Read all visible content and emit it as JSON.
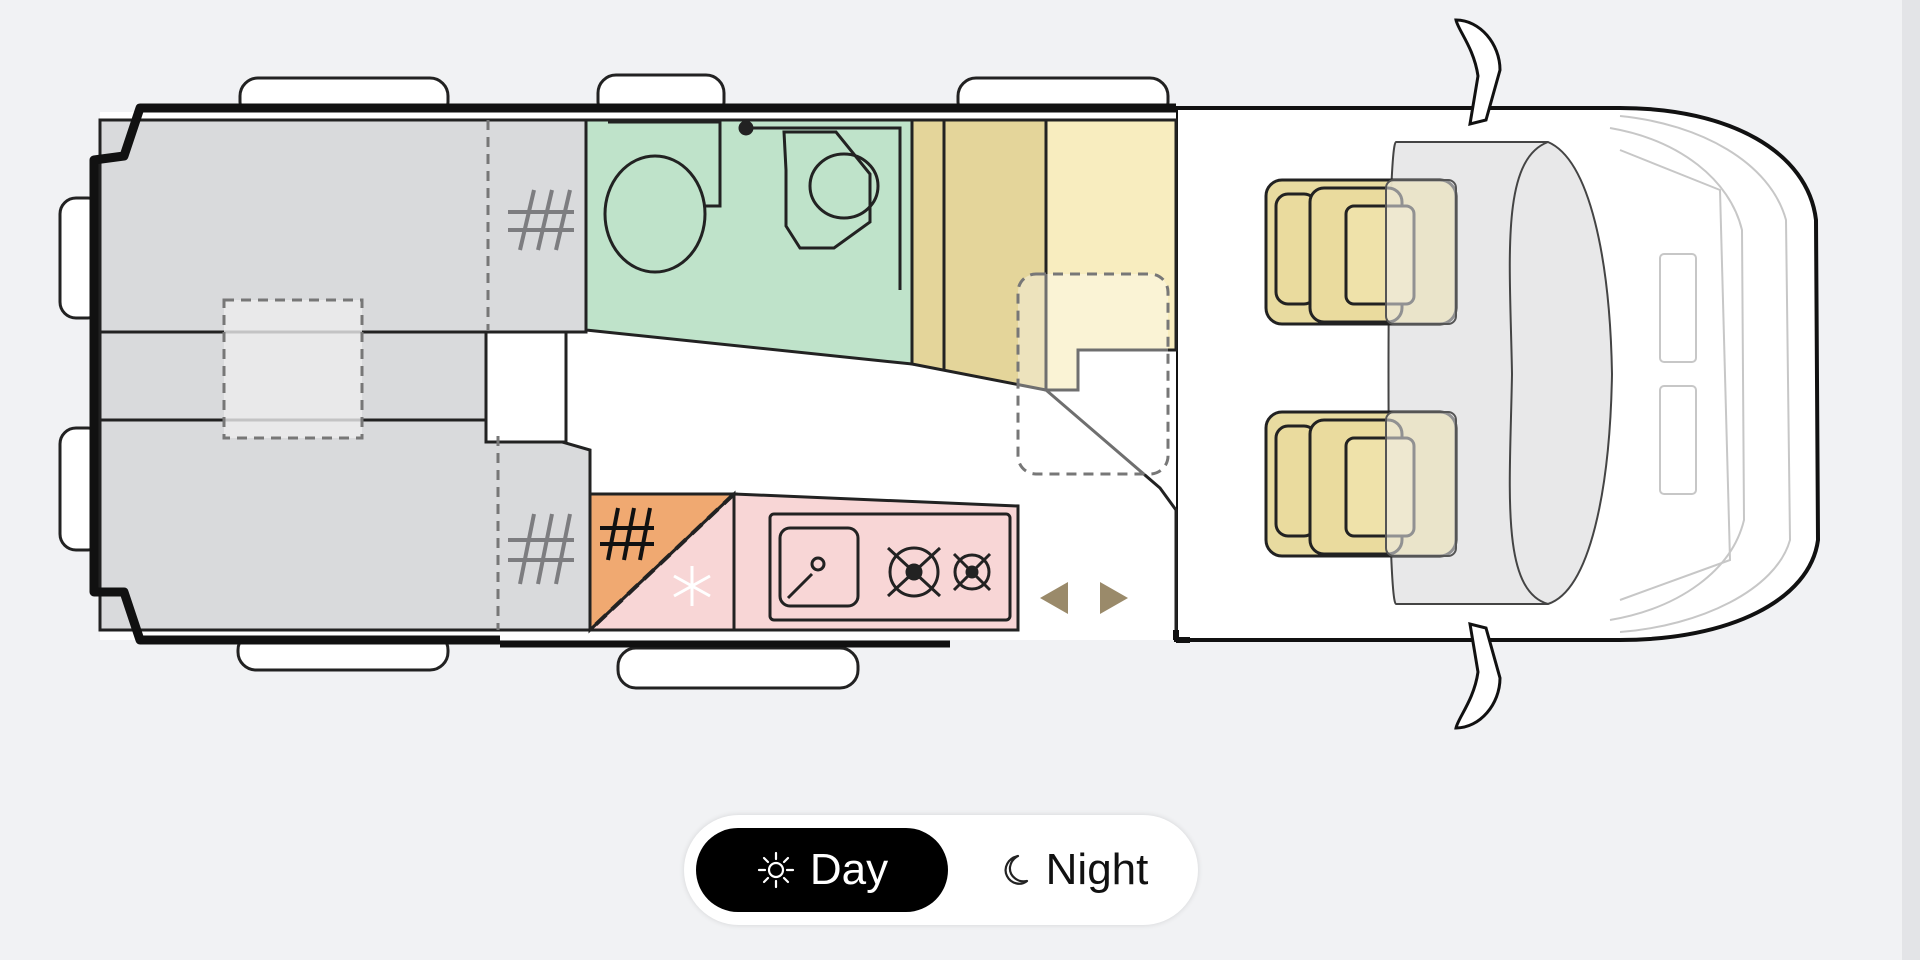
{
  "floorplan": {
    "zones": {
      "rear_bed": "#d9dadc",
      "bathroom": "#bfe3ca",
      "wardrobe": "#e4d59a",
      "seating_bench": "#f8edbf",
      "fridge": "#f0a971",
      "kitchen": "#f8d6d6",
      "cab_seats": "#e6d796",
      "cab": "#ffffff"
    },
    "icons": [
      "shelf-hatch-icon",
      "snowflake-icon",
      "sink-icon",
      "hob-icon",
      "toilet-icon",
      "washbasin-icon",
      "arrow-left-icon",
      "arrow-right-icon"
    ]
  },
  "view_toggle": {
    "selected": "day",
    "options": [
      {
        "key": "day",
        "label": "Day",
        "icon": "sun-icon"
      },
      {
        "key": "night",
        "label": "Night",
        "icon": "moon-icon"
      }
    ]
  }
}
